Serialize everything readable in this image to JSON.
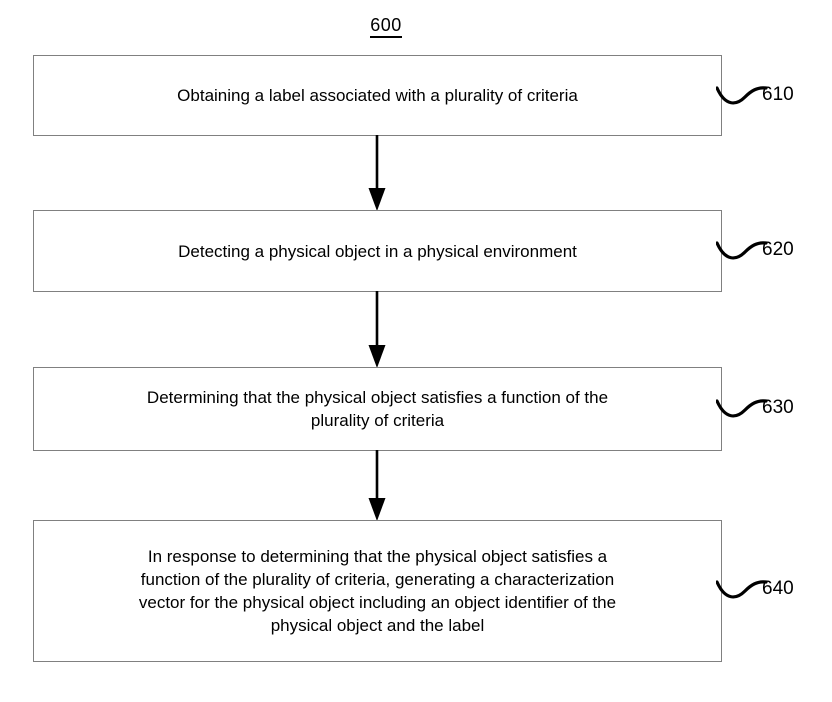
{
  "figure": {
    "number": "600",
    "type": "flowchart"
  },
  "steps": [
    {
      "ref": "610",
      "text": "Obtaining a label associated with a plurality of criteria"
    },
    {
      "ref": "620",
      "text": "Detecting a physical object in a physical environment"
    },
    {
      "ref": "630",
      "text": "Determining that the physical object satisfies a function of the\nplurality of criteria"
    },
    {
      "ref": "640",
      "text": "In response to determining that the physical object satisfies a\nfunction of the plurality of criteria, generating a characterization\nvector for the physical object including an object identifier of the\nphysical object and the label"
    }
  ],
  "connectors": [
    {
      "name": "arrow-610-to-620",
      "from": "610",
      "to": "620"
    },
    {
      "name": "arrow-620-to-630",
      "from": "620",
      "to": "630"
    },
    {
      "name": "arrow-630-to-640",
      "from": "630",
      "to": "640"
    }
  ],
  "colors": {
    "stroke": "#000000",
    "box_border": "#808080",
    "background": "#ffffff"
  }
}
